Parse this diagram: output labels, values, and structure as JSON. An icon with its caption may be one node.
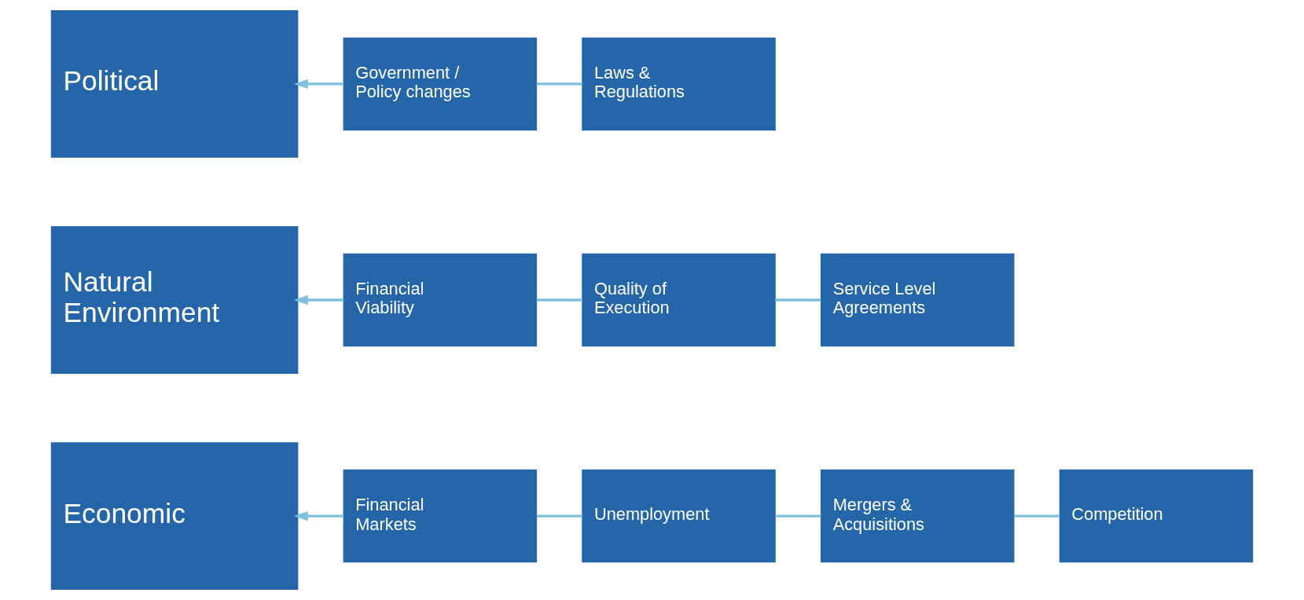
{
  "diagram": {
    "nodes": [
      {
        "text": [
          "Economic"
        ]
      },
      {
        "text": [
          "Financial Markets"
        ]
      },
      {
        "text": [
          "Unemployment"
        ]
      },
      {
        "text": [
          "Mergers & Acquisitions"
        ]
      },
      {
        "text": [
          "Competition"
        ]
      },
      {
        "text": [
          "Natural Environment"
        ]
      },
      {
        "text": [
          "Financial Viability"
        ]
      },
      {
        "text": [
          "Quality of Execution"
        ]
      },
      {
        "text": [
          "Service Level Agreements"
        ]
      },
      {
        "text": [
          "Political"
        ]
      },
      {
        "text": [
          "Government / Policy changes"
        ]
      },
      {
        "text": [
          "Laws & Regulations"
        ]
      }
    ],
    "edges": [
      {
        "from": 1,
        "to": 0,
        "arrow": "to"
      },
      {
        "from": 1,
        "to": 2,
        "arrow": "none"
      },
      {
        "from": 2,
        "to": 3,
        "arrow": "none"
      },
      {
        "from": 3,
        "to": 4,
        "arrow": "none"
      },
      {
        "from": 6,
        "to": 5,
        "arrow": "to"
      },
      {
        "from": 6,
        "to": 7,
        "arrow": "none"
      },
      {
        "from": 7,
        "to": 8,
        "arrow": "none"
      },
      {
        "from": 10,
        "to": 9,
        "arrow": "to"
      },
      {
        "from": 10,
        "to": 11,
        "arrow": "none"
      }
    ]
  }
}
